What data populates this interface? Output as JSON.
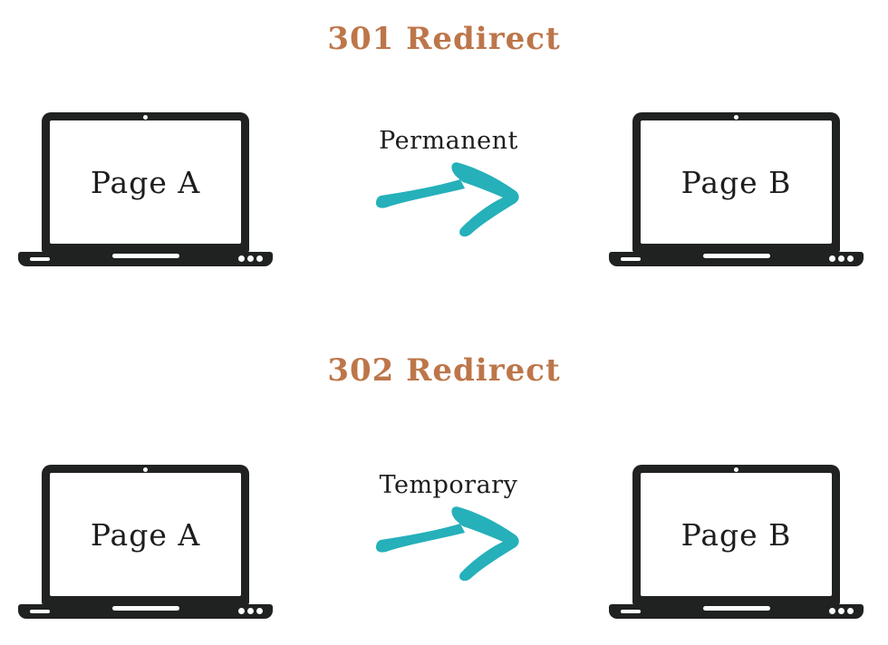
{
  "colors": {
    "background": "#ffffff",
    "title": "#bd764a",
    "arrow": "#25b0ba",
    "laptop_body": "#1f2221",
    "label_text": "#1d1d1b",
    "screen_fill": "#ffffff"
  },
  "icons": {
    "arrow": "right-arrow-icon",
    "laptop": "laptop-icon",
    "camera": "camera-dot-icon"
  },
  "sections": [
    {
      "title": "301 Redirect",
      "arrow_label": "Permanent",
      "source": {
        "label": "Page A"
      },
      "target": {
        "label": "Page B"
      }
    },
    {
      "title": "302 Redirect",
      "arrow_label": "Temporary",
      "source": {
        "label": "Page A"
      },
      "target": {
        "label": "Page B"
      }
    }
  ]
}
